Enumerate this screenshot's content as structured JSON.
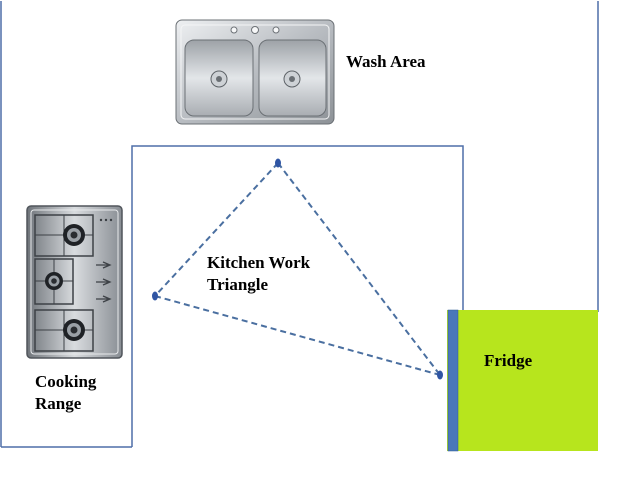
{
  "labels": {
    "wash_area": "Wash Area",
    "work_triangle_line1": "Kitchen Work",
    "work_triangle_line2": "Triangle",
    "cooking_line1": "Cooking",
    "cooking_line2": "Range",
    "fridge": "Fridge"
  },
  "colors": {
    "room_outline": "#4f6fa8",
    "triangle_dash": "#4a6fa0",
    "vertex": "#2f55a4",
    "fridge_fill": "#b7e51d",
    "fridge_edge": "#4a78b9",
    "steel": "#c8cbcf"
  },
  "icons": {
    "sink": "double-bowl-sink-icon",
    "cooktop": "three-burner-cooktop-icon"
  }
}
